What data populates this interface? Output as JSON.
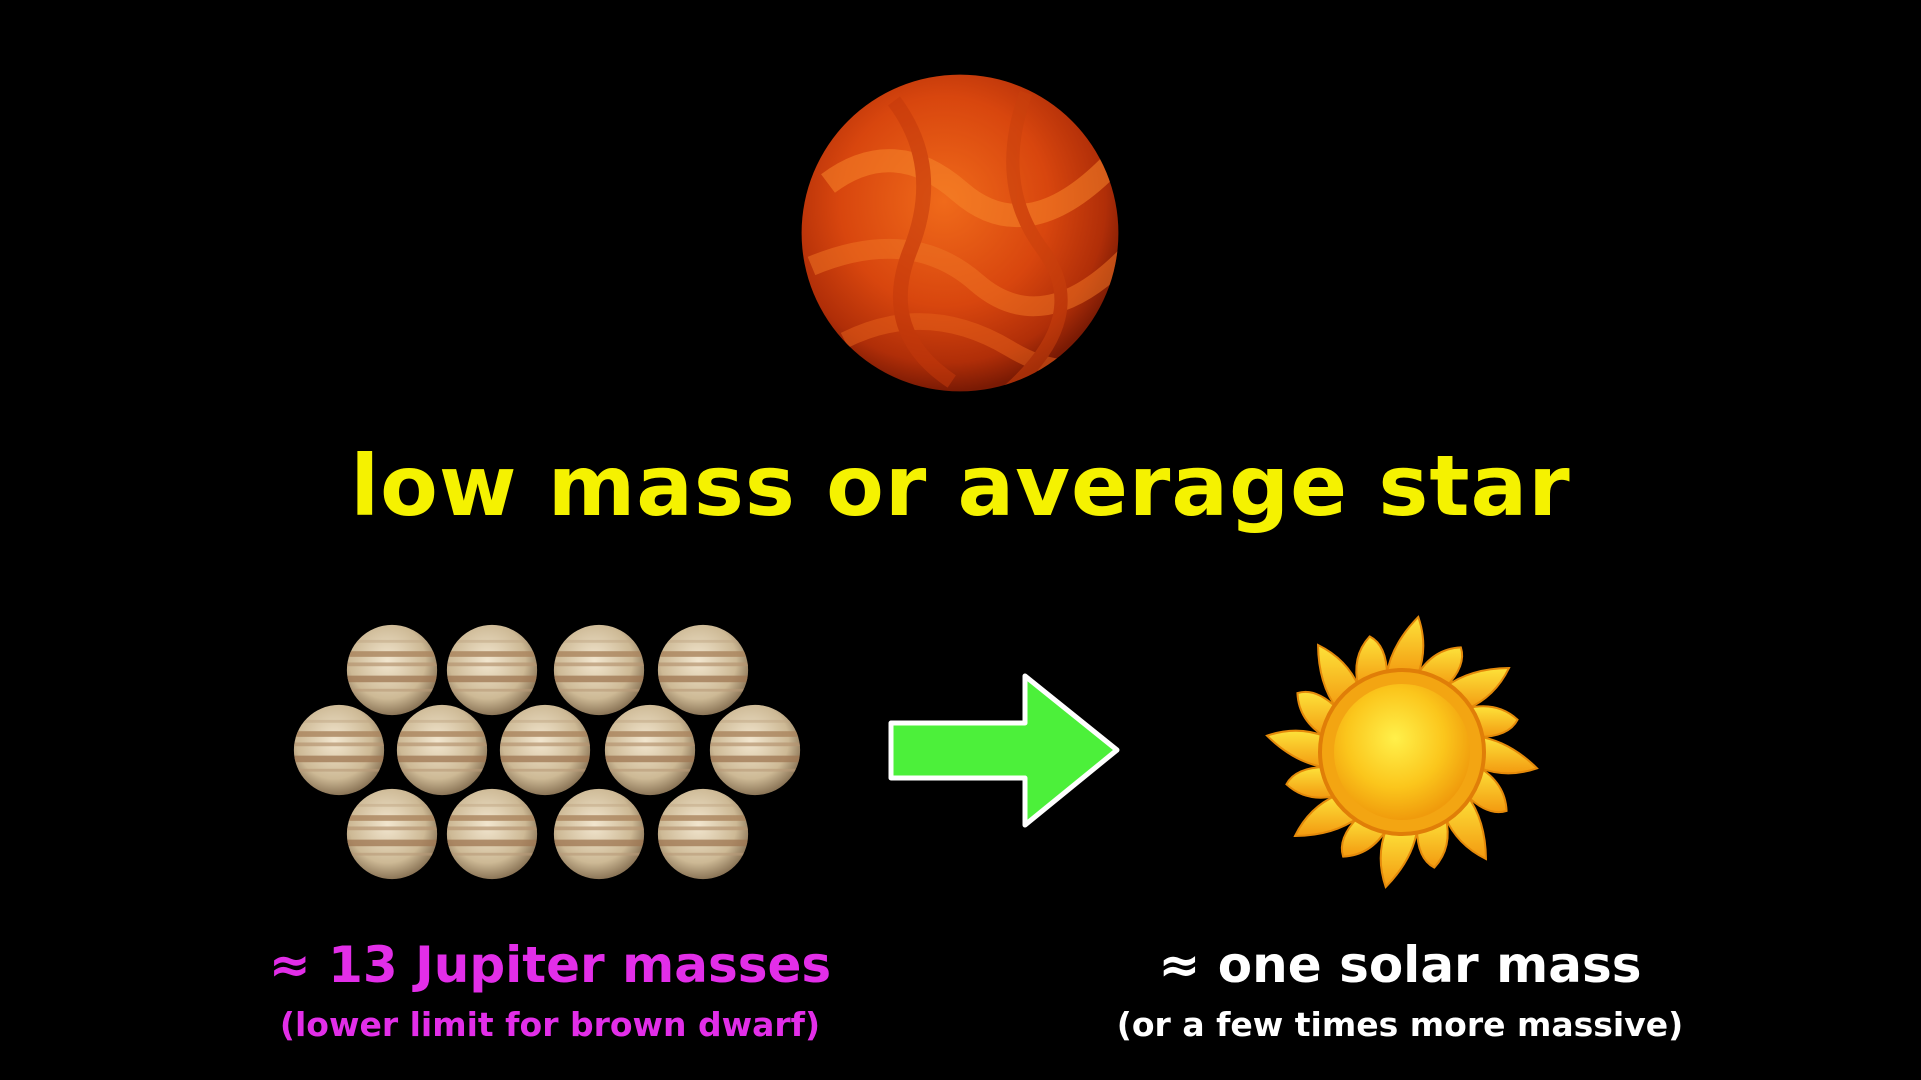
{
  "title": "low mass or average star",
  "jupiter_caption": {
    "main": "≈ 13 Jupiter masses",
    "sub": "(lower limit for brown dwarf)"
  },
  "sun_caption": {
    "main": "≈ one solar mass",
    "sub": "(or a few times more massive)"
  },
  "jupiter_count": 13,
  "colors": {
    "background": "#000000",
    "title": "#f5f200",
    "jupiter_caption": "#e22ee8",
    "sun_caption": "#ffffff",
    "arrow_fill": "#4cf03a",
    "red_star": "#d8400c"
  },
  "icons": {
    "red_star": "red-star-icon",
    "jupiter": "jupiter-icon",
    "arrow": "arrow-right-icon",
    "sun": "sun-icon"
  }
}
